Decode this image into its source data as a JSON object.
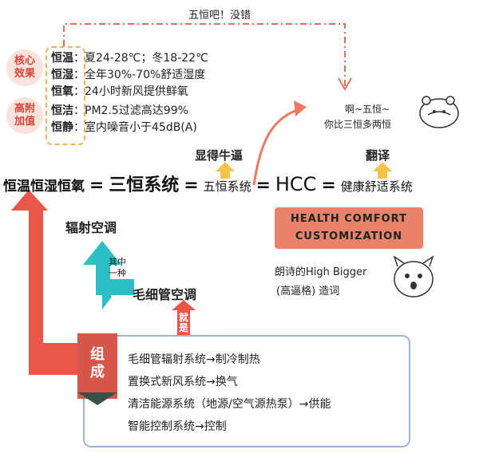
{
  "top_note": "五恒吧！没错",
  "badges": {
    "core": "核心效果",
    "extra": "高附加值"
  },
  "features": [
    {
      "key": "恒温",
      "value": "夏24-28℃；冬18-22℃"
    },
    {
      "key": "恒湿",
      "value": "全年30%-70%舒适湿度"
    },
    {
      "key": "恒氧",
      "value": "24小时新风提供鲜氧"
    },
    {
      "key": "恒洁",
      "value": "PM2.5过滤高达99%"
    },
    {
      "key": "恒静",
      "value": "室内噪音小于45dB(A)"
    }
  ],
  "bear_caption_1": "啊~五恒~",
  "bear_caption_2": "你比三恒多两恒",
  "label_impressive": "显得牛逼",
  "label_translate": "翻译",
  "equation": {
    "part1": "恒温恒湿恒氧",
    "eq1": "=",
    "part2": "三恒系统",
    "eq2": "=",
    "part3": "五恒系统",
    "eq3": "=",
    "part4": "HCC",
    "eq4": "=",
    "part5": "健康舒适系统"
  },
  "hcc_box": {
    "line1": "HEALTH COMFORT",
    "line2": "CUSTOMIZATION"
  },
  "radiant_ac": "辐射空调",
  "one_of": "其中一种",
  "capillary_ac": "毛细管空调",
  "is_label": "就是",
  "high_bigger_1": "朗诗的High Bigger",
  "high_bigger_2": "(高逼格) 造词",
  "composition_badge": "组成",
  "composition": [
    "毛细管辐射系统→制冷制热",
    "置换式新风系统→换气",
    "清洁能源系统（地源/空气源热泵）→供能",
    "智能控制系统→控制"
  ],
  "colors": {
    "accent": "#d6453a",
    "arrow_red": "#e8574a",
    "teal": "#2bbfc4",
    "gold": "#f5c24a",
    "box_border": "#9fb4d9"
  }
}
